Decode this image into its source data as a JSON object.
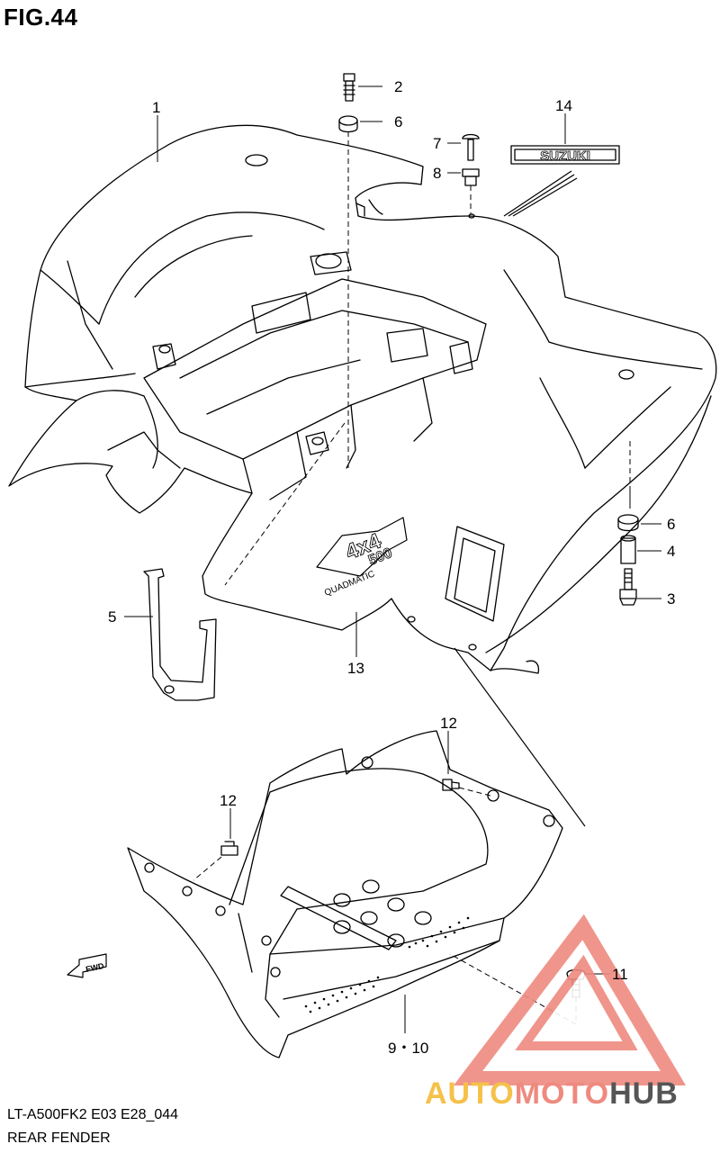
{
  "figure": {
    "title": "FIG.44"
  },
  "callouts": [
    {
      "id": "c1",
      "text": "1"
    },
    {
      "id": "c2",
      "text": "2"
    },
    {
      "id": "c6a",
      "text": "6"
    },
    {
      "id": "c7",
      "text": "7"
    },
    {
      "id": "c8",
      "text": "8"
    },
    {
      "id": "c14",
      "text": "14"
    },
    {
      "id": "c6b",
      "text": "6"
    },
    {
      "id": "c4",
      "text": "4"
    },
    {
      "id": "c3",
      "text": "3"
    },
    {
      "id": "c5",
      "text": "5"
    },
    {
      "id": "c13",
      "text": "13"
    },
    {
      "id": "c12a",
      "text": "12"
    },
    {
      "id": "c12b",
      "text": "12"
    },
    {
      "id": "c11",
      "text": "11"
    },
    {
      "id": "c910",
      "text": "9・10"
    }
  ],
  "labels": {
    "brand_emblem": "SUZUKI",
    "decal_main": "4x4",
    "decal_sub": "500",
    "decal_script": "QUADMATIC",
    "fwd_arrow": "FWD"
  },
  "footer": {
    "model_code": "LT-A500FK2 E03 E28_044",
    "section_name": "REAR FENDER"
  },
  "watermark": {
    "part1": "AUTO",
    "part2": "MOTO",
    "part3": "HUB",
    "colors": {
      "auto": "#f5c14a",
      "moto": "#ee8a7f",
      "hub": "#555555",
      "triangle": "#ee8a7f"
    }
  }
}
